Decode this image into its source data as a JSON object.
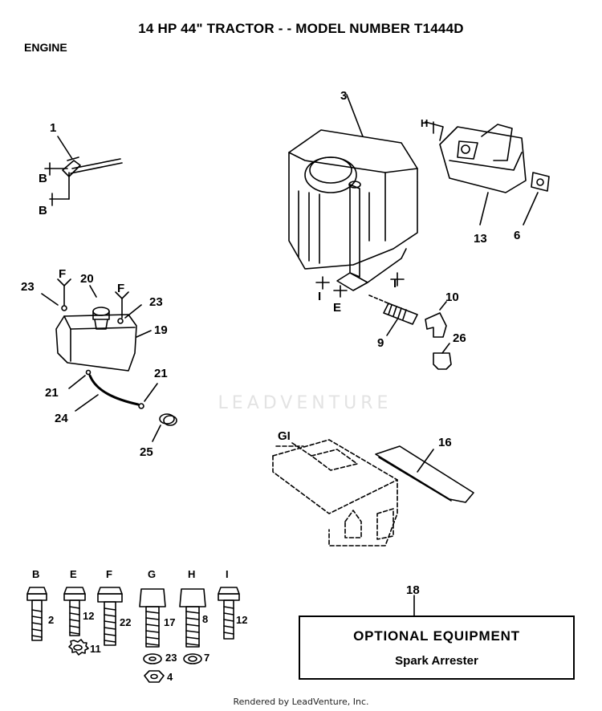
{
  "header": {
    "title": "14 HP 44\" TRACTOR - - MODEL NUMBER T1444D",
    "section": "ENGINE"
  },
  "callouts": {
    "c1": "1",
    "c3": "3",
    "c6": "6",
    "c13": "13",
    "c9": "9",
    "c10": "10",
    "c26": "26",
    "c20": "20",
    "c19": "19",
    "c23a": "23",
    "c23b": "23",
    "c21a": "21",
    "c21b": "21",
    "c24": "24",
    "c25": "25",
    "c16": "16",
    "c18": "18",
    "refB1": "B",
    "refB2": "B",
    "refH": "H",
    "refF1": "F",
    "refF2": "F",
    "refI1": "I",
    "refI2": "I",
    "refE": "E",
    "refG": "GI"
  },
  "hardware": {
    "letters": [
      "B",
      "E",
      "F",
      "G",
      "H",
      "I"
    ],
    "bolt_numbers": [
      "2",
      "12",
      "22",
      "17",
      "8",
      "12"
    ],
    "washer_numbers": [
      "11",
      "23",
      "7"
    ],
    "nut_number": "4"
  },
  "optional": {
    "title": "OPTIONAL EQUIPMENT",
    "item": "Spark Arrester"
  },
  "watermark": "LEADVENTURE",
  "footer": "Rendered by LeadVenture, Inc."
}
